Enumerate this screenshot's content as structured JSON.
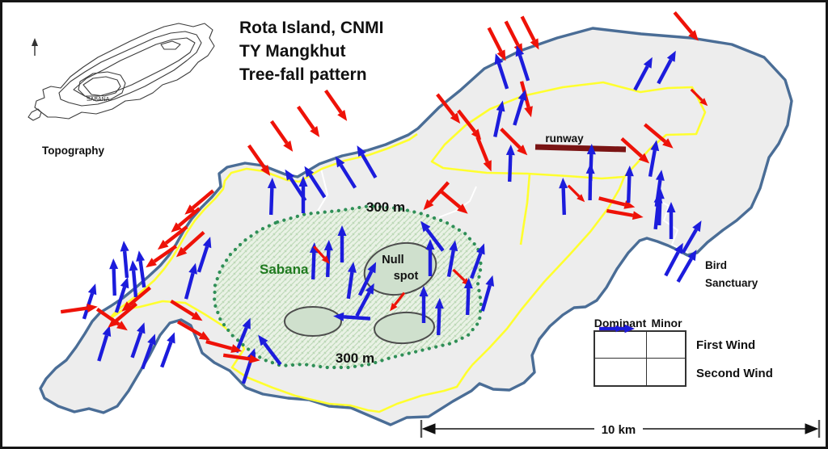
{
  "title": {
    "line1": "Rota Island, CNMI",
    "line2": "TY Mangkhut",
    "line3": "Tree-fall pattern"
  },
  "inset": {
    "caption": "Topography",
    "map_label": "SABANA"
  },
  "labels": {
    "runway": "runway",
    "bird_line1": "Bird",
    "bird_line2": "Sanctuary",
    "sabana": "Sabana",
    "null_line1": "Null",
    "null_line2": "spot",
    "contour_top": "300 m",
    "contour_bottom": "300 m",
    "scale": "10 km"
  },
  "legend": {
    "header_dominant": "Dominant",
    "header_minor": "Minor",
    "cells": [
      {
        "color": "f",
        "size": "d"
      },
      {
        "color": "f",
        "size": "m"
      },
      {
        "color": "s",
        "size": "d"
      },
      {
        "color": "s",
        "size": "m"
      }
    ],
    "row_labels": [
      "First Wind",
      "Second Wind"
    ]
  },
  "colors": {
    "first": "#ee1208",
    "second": "#1c1cdc",
    "coast": "#4a6d96",
    "island_fill": "#ededed",
    "boundary_yellow": "#ffff2e",
    "runway": "#7a1414",
    "sabana_fill": "#e9f2e5",
    "sabana_hatch": "#bcd8b6",
    "sabana_dot": "#2f8f57",
    "ellipse_fill": "#cfe0cd",
    "ellipse_stroke": "#4d4d4d",
    "sabana_text": "#1f7a1f"
  },
  "arrows": [
    [
      318,
      196,
      55,
      "f",
      "d"
    ],
    [
      346,
      166,
      55,
      "f",
      "d"
    ],
    [
      379,
      148,
      55,
      "f",
      "d"
    ],
    [
      413,
      128,
      55,
      "f",
      "d"
    ],
    [
      362,
      226,
      237,
      "s",
      "d"
    ],
    [
      386,
      222,
      237,
      "s",
      "d"
    ],
    [
      424,
      210,
      238,
      "s",
      "d"
    ],
    [
      450,
      197,
      240,
      "s",
      "d"
    ],
    [
      612,
      52,
      63,
      "f",
      "d"
    ],
    [
      633,
      44,
      63,
      "f",
      "d"
    ],
    [
      653,
      38,
      63,
      "f",
      "d"
    ],
    [
      617,
      85,
      252,
      "s",
      "d"
    ],
    [
      643,
      75,
      252,
      "s",
      "d"
    ],
    [
      552,
      132,
      52,
      "f",
      "d"
    ],
    [
      578,
      152,
      52,
      "f",
      "d"
    ],
    [
      596,
      188,
      68,
      "f",
      "d"
    ],
    [
      633,
      173,
      45,
      "f",
      "d"
    ],
    [
      648,
      120,
      75,
      "f",
      "d"
    ],
    [
      640,
      130,
      287,
      "s",
      "d"
    ],
    [
      614,
      144,
      282,
      "s",
      "d"
    ],
    [
      628,
      199,
      272,
      "s",
      "d"
    ],
    [
      793,
      88,
      298,
      "s",
      "d"
    ],
    [
      822,
      80,
      298,
      "s",
      "d"
    ],
    [
      846,
      30,
      50,
      "f",
      "d"
    ],
    [
      243,
      248,
      140,
      "f",
      "d"
    ],
    [
      226,
      270,
      140,
      "f",
      "d"
    ],
    [
      210,
      292,
      142,
      "f",
      "d"
    ],
    [
      232,
      300,
      138,
      "f",
      "d"
    ],
    [
      196,
      315,
      145,
      "f",
      "d"
    ],
    [
      152,
      318,
      265,
      "s",
      "d"
    ],
    [
      172,
      330,
      262,
      "s",
      "d"
    ],
    [
      138,
      340,
      268,
      "s",
      "d"
    ],
    [
      163,
      342,
      265,
      "s",
      "d"
    ],
    [
      250,
      312,
      288,
      "s",
      "d"
    ],
    [
      233,
      345,
      285,
      "s",
      "d"
    ],
    [
      108,
      370,
      288,
      "s",
      "d"
    ],
    [
      126,
      422,
      287,
      "s",
      "d"
    ],
    [
      148,
      362,
      288,
      "s",
      "d"
    ],
    [
      165,
      368,
      140,
      "f",
      "d"
    ],
    [
      148,
      388,
      140,
      "f",
      "d"
    ],
    [
      136,
      393,
      35,
      "f",
      "d"
    ],
    [
      95,
      380,
      352,
      "f",
      "d"
    ],
    [
      168,
      418,
      289,
      "s",
      "d"
    ],
    [
      181,
      432,
      290,
      "s",
      "d"
    ],
    [
      205,
      430,
      290,
      "s",
      "d"
    ],
    [
      298,
      412,
      292,
      "s",
      "d"
    ],
    [
      330,
      430,
      233,
      "s",
      "d"
    ],
    [
      305,
      450,
      288,
      "s",
      "d"
    ],
    [
      228,
      382,
      32,
      "f",
      "d"
    ],
    [
      237,
      407,
      30,
      "f",
      "d"
    ],
    [
      274,
      426,
      15,
      "f",
      "d"
    ],
    [
      296,
      440,
      8,
      "f",
      "d"
    ],
    [
      333,
      240,
      272,
      "s",
      "d"
    ],
    [
      372,
      238,
      270,
      "s",
      "d"
    ],
    [
      385,
      320,
      272,
      "s",
      "d"
    ],
    [
      403,
      317,
      272,
      "s",
      "d"
    ],
    [
      395,
      313,
      48,
      "f",
      "m"
    ],
    [
      420,
      299,
      270,
      "s",
      "d"
    ],
    [
      431,
      344,
      278,
      "s",
      "d"
    ],
    [
      452,
      342,
      296,
      "s",
      "d"
    ],
    [
      449,
      368,
      298,
      "s",
      "d"
    ],
    [
      432,
      390,
      184,
      "s",
      "d"
    ],
    [
      488,
      371,
      128,
      "f",
      "m"
    ],
    [
      521,
      374,
      270,
      "s",
      "d"
    ],
    [
      540,
      389,
      272,
      "s",
      "d"
    ],
    [
      529,
      316,
      270,
      "s",
      "d"
    ],
    [
      556,
      317,
      280,
      "s",
      "d"
    ],
    [
      568,
      341,
      44,
      "f",
      "m"
    ],
    [
      576,
      364,
      272,
      "s",
      "d"
    ],
    [
      588,
      320,
      290,
      "s",
      "d"
    ],
    [
      531,
      289,
      233,
      "s",
      "d"
    ],
    [
      600,
      360,
      286,
      "s",
      "d"
    ],
    [
      536,
      240,
      132,
      "f",
      "d"
    ],
    [
      558,
      247,
      40,
      "f",
      "d"
    ],
    [
      694,
      240,
      268,
      "s",
      "d"
    ],
    [
      727,
      222,
      271,
      "s",
      "d"
    ],
    [
      728,
      198,
      272,
      "s",
      "d"
    ],
    [
      710,
      237,
      45,
      "f",
      "m"
    ],
    [
      760,
      248,
      14,
      "f",
      "d"
    ],
    [
      770,
      262,
      10,
      "f",
      "d"
    ],
    [
      775,
      225,
      272,
      "s",
      "d"
    ],
    [
      805,
      193,
      280,
      "s",
      "d"
    ],
    [
      812,
      230,
      278,
      "s",
      "d"
    ],
    [
      810,
      258,
      276,
      "s",
      "d"
    ],
    [
      783,
      184,
      42,
      "f",
      "d"
    ],
    [
      862,
      118,
      45,
      "f",
      "m"
    ],
    [
      812,
      166,
      40,
      "f",
      "d"
    ],
    [
      813,
      253,
      272,
      "s",
      "d"
    ],
    [
      827,
      270,
      270,
      "s",
      "d"
    ],
    [
      853,
      290,
      300,
      "s",
      "d"
    ],
    [
      831,
      318,
      298,
      "s",
      "d"
    ],
    [
      847,
      326,
      300,
      "s",
      "d"
    ]
  ]
}
